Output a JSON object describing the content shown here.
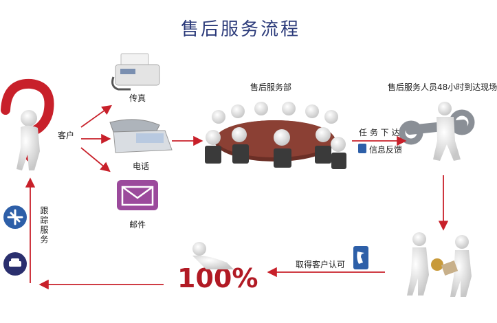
{
  "title": "售后服务流程",
  "nodes": {
    "customer": "客户",
    "fax": "传真",
    "phone": "电话",
    "mail": "邮件",
    "dept": "售后服务部",
    "arrival": "售后服务人员48小时到达现场",
    "task": "任 务 下 达",
    "feedback": "信息反馈",
    "approval": "取得客户认可",
    "percent": "100%",
    "track": "跟踪服务"
  },
  "colors": {
    "arrow": "#c8202a",
    "title": "#2b3a7a",
    "icon_blue": "#2d5fa8",
    "icon_navy": "#2a2f6e",
    "mail_purple": "#9b4a9c"
  }
}
